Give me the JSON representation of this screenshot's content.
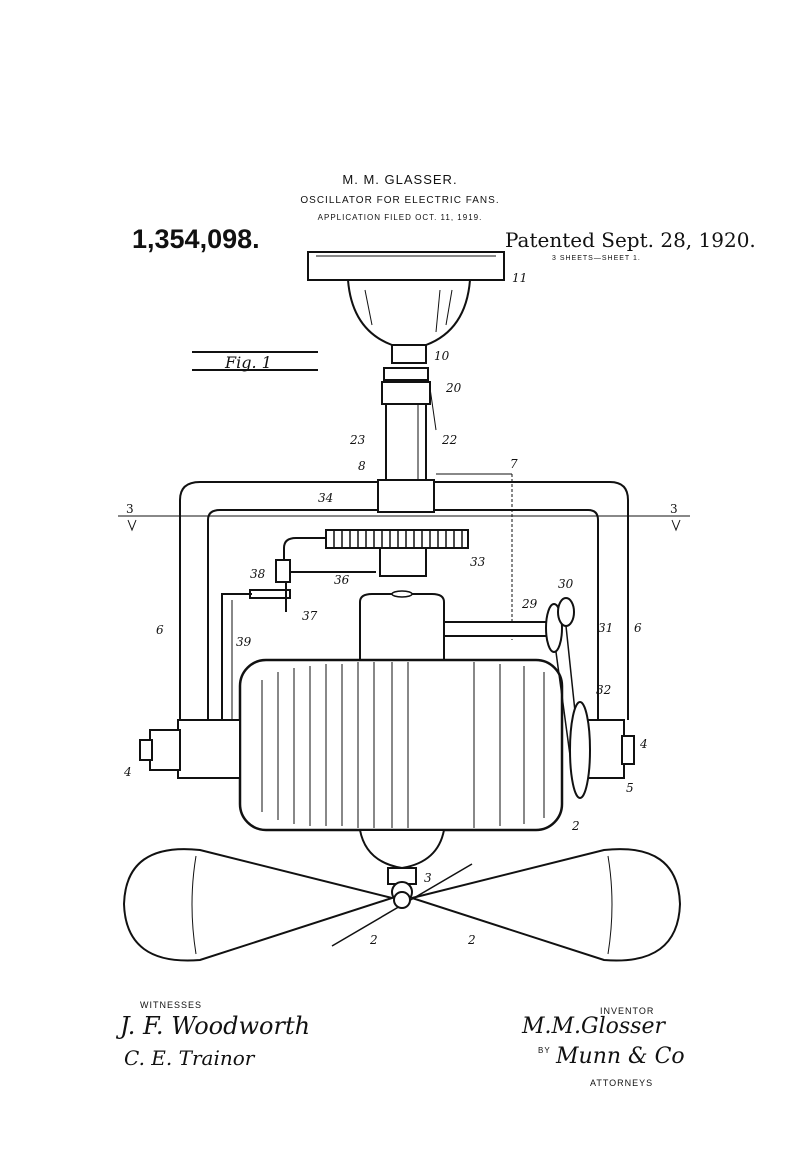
{
  "header": {
    "inventor_name": "M. M. GLASSER.",
    "title": "OSCILLATOR FOR ELECTRIC FANS.",
    "filed": "APPLICATION FILED OCT. 11, 1919.",
    "patent_number": "1,354,098.",
    "patented": "Patented Sept. 28, 1920.",
    "sheets": "3 SHEETS—SHEET 1."
  },
  "figure": {
    "label": "Fig. 1",
    "section_mark": "3",
    "refs": {
      "r11": "11",
      "r10": "10",
      "r20": "20",
      "r23": "23",
      "r22": "22",
      "r8": "8",
      "r7": "7",
      "r34": "34",
      "r33": "33",
      "r36": "36",
      "r38": "38",
      "r37": "37",
      "r30": "30",
      "r29": "29",
      "r6a": "6",
      "r6b": "6",
      "r31": "31",
      "r39": "39",
      "r32": "32",
      "r4a": "4",
      "r4b": "4",
      "r5": "5",
      "r2a": "2",
      "r2b": "2",
      "r2c": "2",
      "r3": "3"
    }
  },
  "footer": {
    "witnesses_label": "WITNESSES",
    "witness_1": "J. F. Woodworth",
    "witness_2": "C. E. Trainor",
    "inventor_label": "INVENTOR",
    "inventor_signature": "M.M.Glosser",
    "by": "BY",
    "attorney_signature": "Munn & Co",
    "attorneys_label": "ATTORNEYS"
  }
}
